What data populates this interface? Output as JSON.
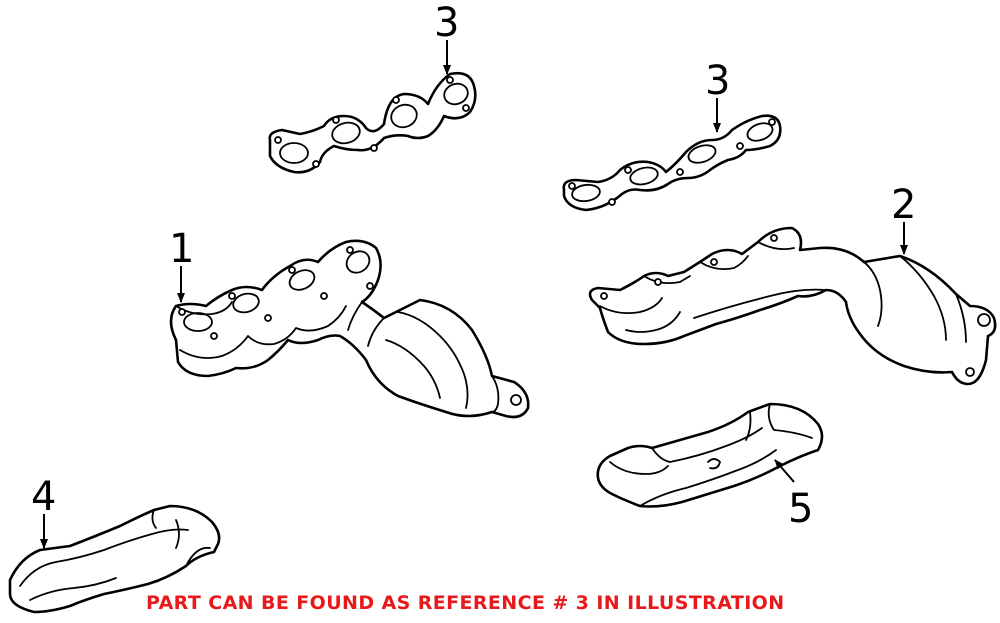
{
  "diagram": {
    "callouts": {
      "part1": "1",
      "part2": "2",
      "part3a": "3",
      "part3b": "3",
      "part4": "4",
      "part5": "5"
    },
    "note": "PART CAN BE FOUND AS REFERENCE # 3 IN ILLUSTRATION"
  },
  "colors": {
    "line": "#000000",
    "note": "#e8191b",
    "background": "#ffffff"
  }
}
